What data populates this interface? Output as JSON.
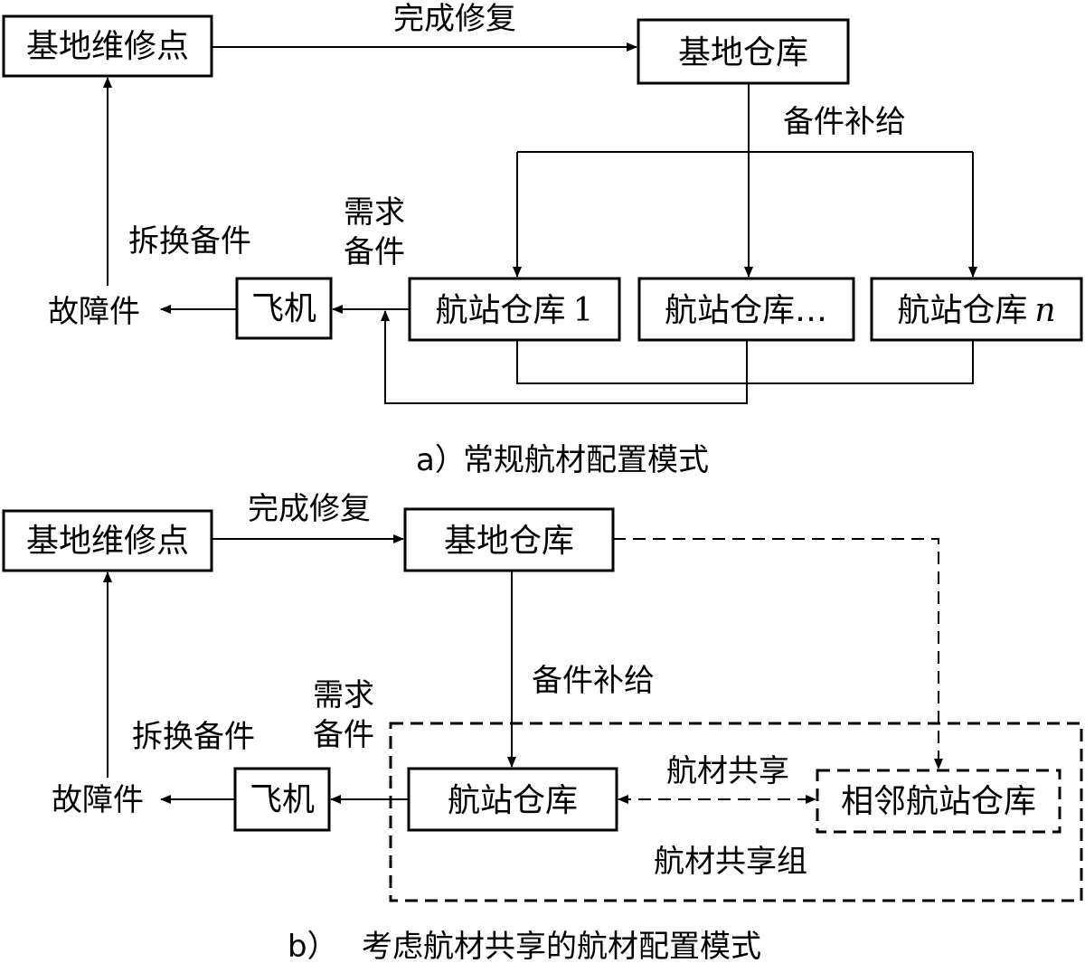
{
  "a": {
    "repair": "基地维修点",
    "warehouse": "基地仓库",
    "done_repair": "完成修复",
    "supply": "备件补给",
    "demand_1": "需求",
    "demand_2": "备件",
    "swap": "拆换备件",
    "faulty": "故障件",
    "aircraft": "飞机",
    "station_1_text": "航站仓库",
    "station_1_num": "1",
    "station_mid": "航站仓库…",
    "station_n_text": "航站仓库",
    "station_n_var": "n",
    "caption_label": "a）",
    "caption_text": "常规航材配置模式"
  },
  "b": {
    "repair": "基地维修点",
    "warehouse": "基地仓库",
    "done_repair": "完成修复",
    "supply": "备件补给",
    "demand_1": "需求",
    "demand_2": "备件",
    "swap": "拆换备件",
    "faulty": "故障件",
    "aircraft": "飞机",
    "station": "航站仓库",
    "share": "航材共享",
    "neighbor": "相邻航站仓库",
    "group": "航材共享组",
    "caption_label": "b）",
    "caption_text": "考虑航材共享的航材配置模式"
  }
}
